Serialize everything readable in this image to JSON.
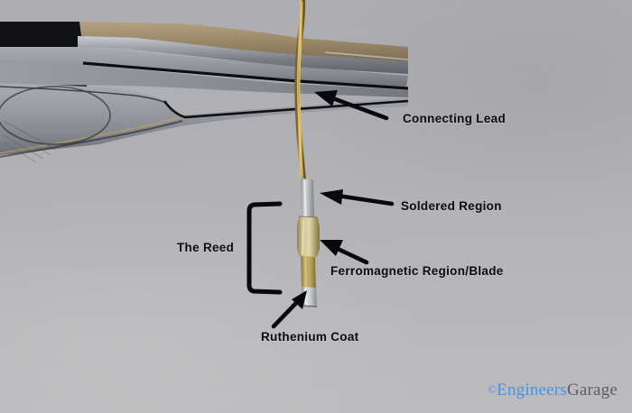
{
  "image": {
    "subject": "Reed switch reed blade held by long-nose pliers",
    "background_color": "#b2b2b6"
  },
  "annotations": [
    {
      "id": "connecting-lead",
      "label": "Connecting  Lead",
      "arrow": "points up-left to gold wire"
    },
    {
      "id": "soldered-region",
      "label": "Soldered  Region",
      "arrow": "points left to silver solder joint"
    },
    {
      "id": "ferromagnetic",
      "label": "Ferromagnetic  Region/Blade",
      "arrow": "points up-left to tan blade body"
    },
    {
      "id": "ruthenium-coat",
      "label": "Ruthenium Coat",
      "arrow": "points up-right to silver tip"
    },
    {
      "id": "the-reed",
      "label": "The Reed",
      "arrow": "square bracket spanning the reed"
    }
  ],
  "parts": {
    "lead_color": "#b09243",
    "solder_color": "#c9cbcd",
    "ferromagnetic_color": "#c3b98f",
    "ruthenium_color": "#d4d6d8",
    "pliers_jaw_color": "#9d8a6a",
    "pliers_body_color": "#8d8f95",
    "pliers_handle_color": "#121214"
  },
  "watermark": {
    "copyright": "©",
    "brand_first": "Engineers",
    "brand_second": "Garage",
    "blue": "#3b8ff0",
    "gray": "#55555c"
  }
}
